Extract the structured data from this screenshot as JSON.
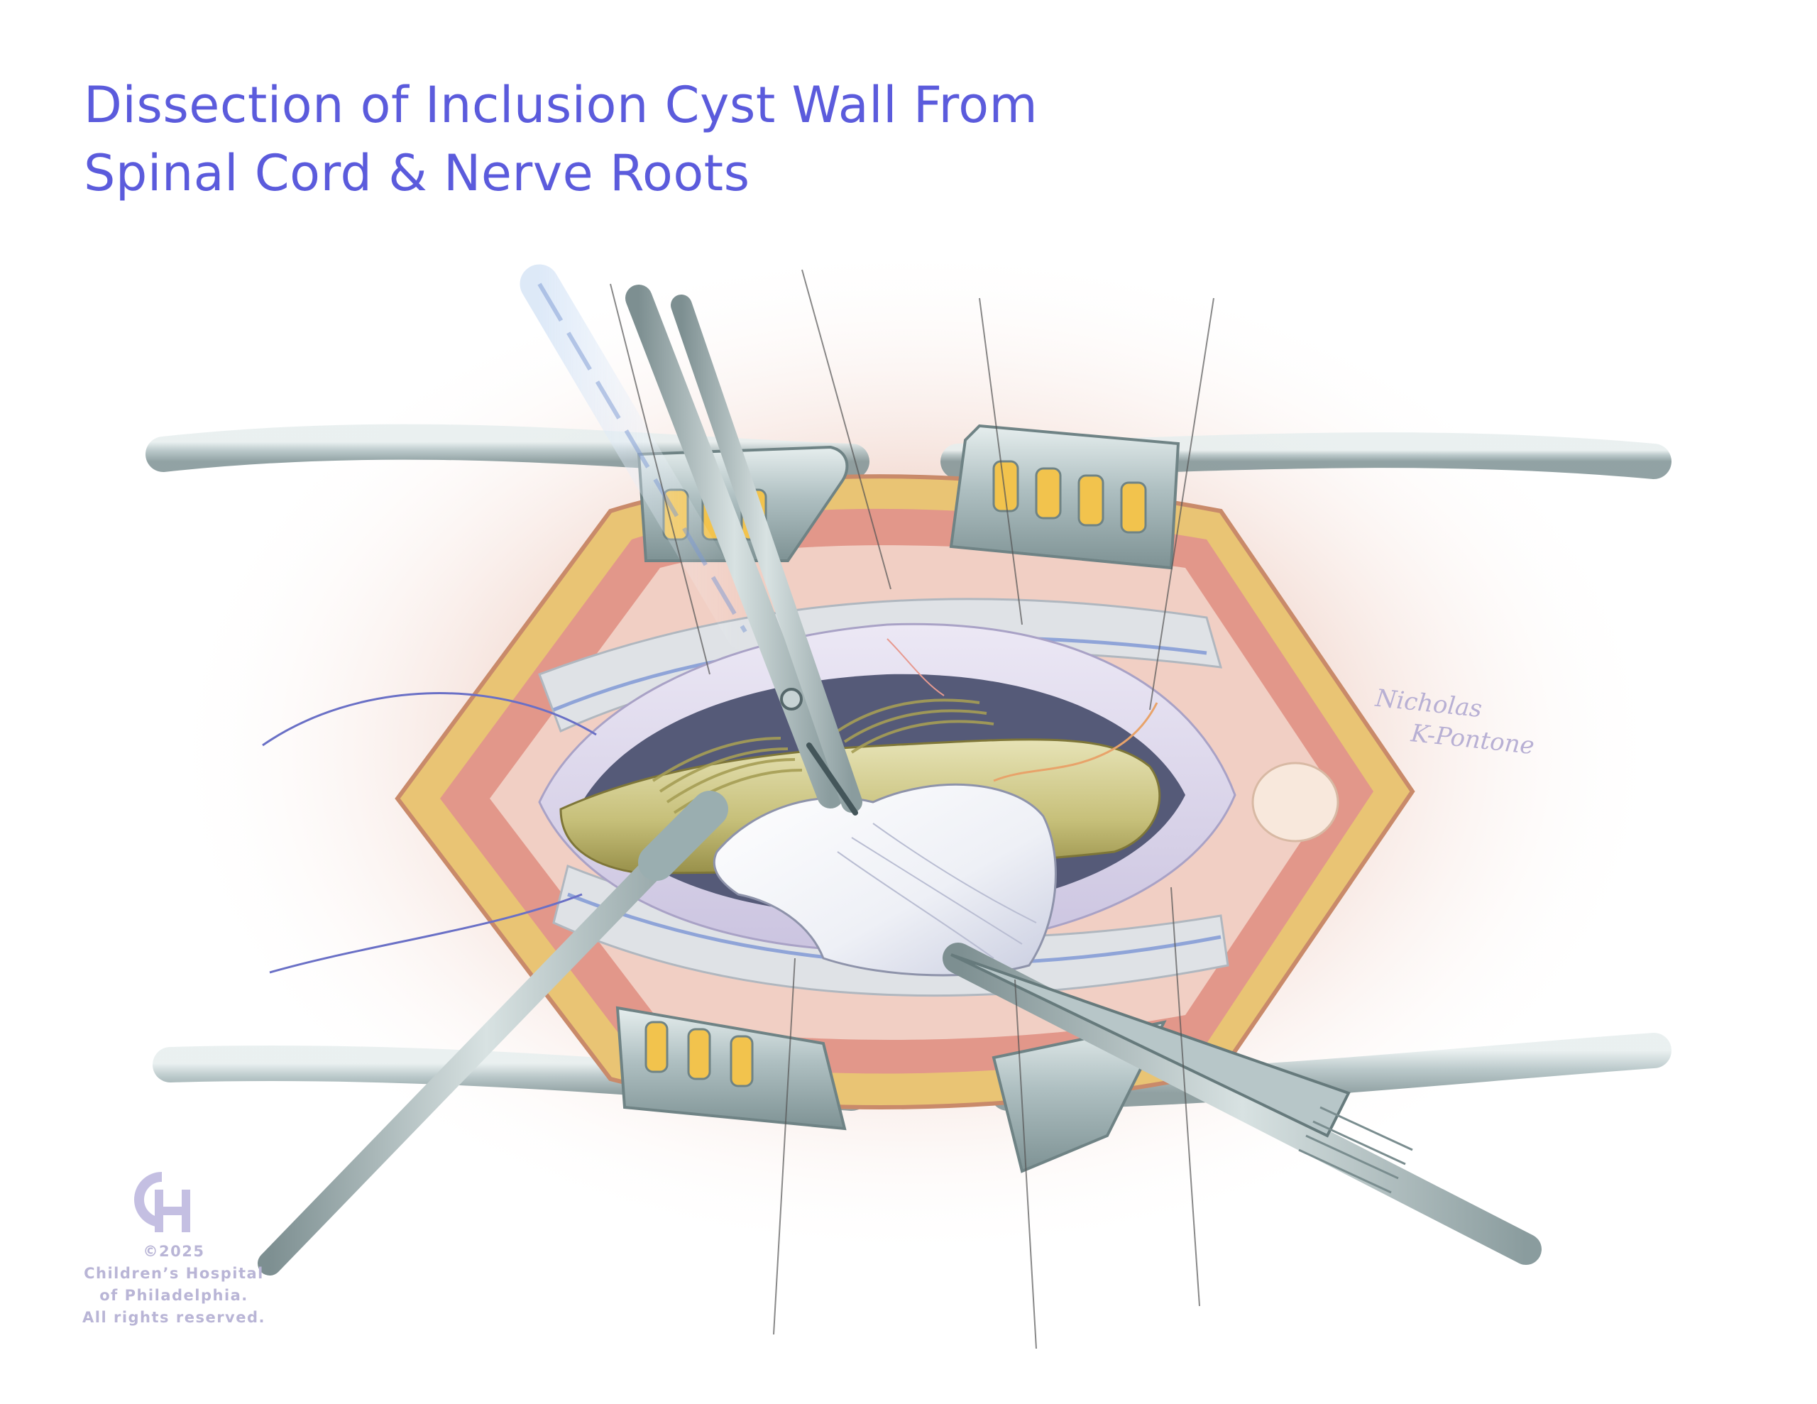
{
  "title": {
    "line1": "Dissection of Inclusion Cyst Wall From",
    "line2": "Spinal Cord & Nerve Roots"
  },
  "signature": {
    "line1": "Nicholas",
    "line2": "K-Pontone"
  },
  "copyright": {
    "year": "©2025",
    "line1": "Children’s Hospital",
    "line2": "of Philadelphia.",
    "line3": "All rights reserved."
  },
  "logo": {
    "icon": "chop-monogram-icon",
    "letters": "CH"
  },
  "colors": {
    "title": "#5b5bdc",
    "logo": "#c4bfe2",
    "skin": "#f3ddd4",
    "dura": "#d9d3ea",
    "cord": "#c9c488",
    "steel": "#a9b9bb",
    "fat": "#e8c46a",
    "muscle": "#d98a7c"
  }
}
